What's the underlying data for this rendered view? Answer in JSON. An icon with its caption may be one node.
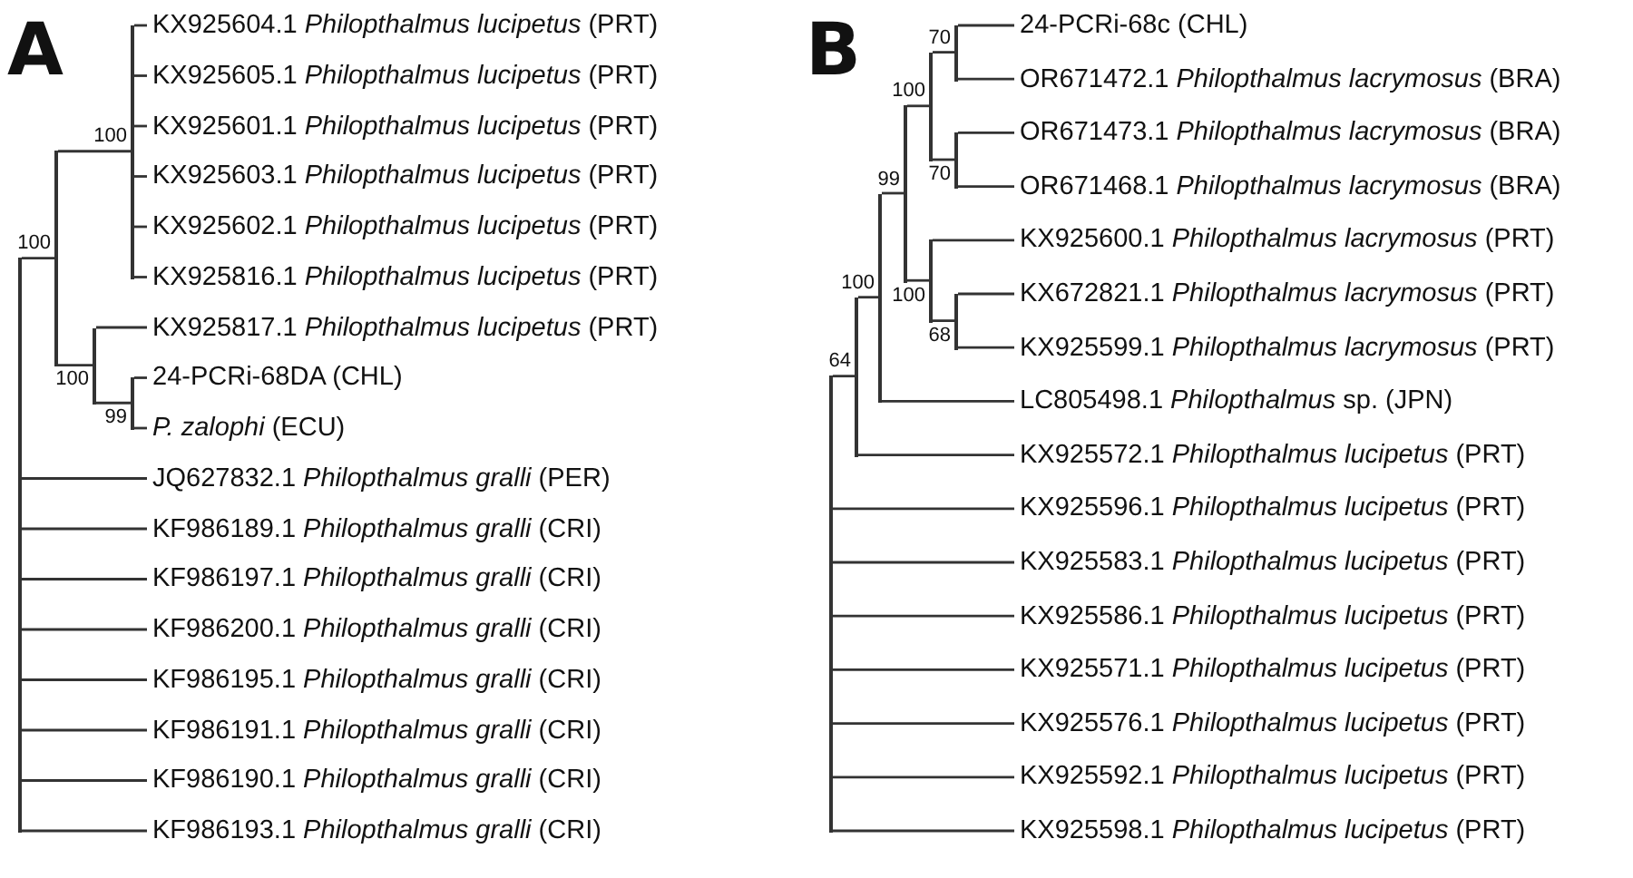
{
  "diagram": {
    "nodes": [
      {
        "text": [],
        "shape": "point"
      },
      {
        "text": [],
        "shape": "point",
        "beside": [
          "100"
        ]
      },
      {
        "text": [],
        "shape": "point",
        "beside": [
          "100"
        ]
      },
      {
        "text": [
          "KX925604.1 *Philopthalmus lucipetus* (PRT)"
        ]
      },
      {
        "text": [
          "KX925605.1 *Philopthalmus lucipetus* (PRT)"
        ]
      },
      {
        "text": [
          "KX925601.1 *Philopthalmus lucipetus* (PRT)"
        ]
      },
      {
        "text": [
          "KX925603.1 *Philopthalmus lucipetus* (PRT)"
        ]
      },
      {
        "text": [
          "KX925602.1 *Philopthalmus lucipetus* (PRT)"
        ]
      },
      {
        "text": [
          "KX925816.1 *Philopthalmus lucipetus* (PRT)"
        ]
      },
      {
        "text": [],
        "shape": "point",
        "beside": [
          "100"
        ]
      },
      {
        "text": [
          "KX925817.1 *Philopthalmus lucipetus* (PRT)"
        ]
      },
      {
        "text": [],
        "shape": "point",
        "beside": [
          "99"
        ]
      },
      {
        "text": [
          "24-PCRi-68DA (CHL)"
        ]
      },
      {
        "text": [
          "*P. zalophi* (ECU)"
        ]
      },
      {
        "text": [
          "JQ627832.1 *Philopthalmus gralli* (PER)"
        ]
      },
      {
        "text": [
          "KF986189.1 *Philopthalmus gralli* (CRI)"
        ]
      },
      {
        "text": [
          "KF986197.1 *Philopthalmus gralli* (CRI)"
        ]
      },
      {
        "text": [
          "KF986200.1 *Philopthalmus gralli* (CRI)"
        ]
      },
      {
        "text": [
          "KF986195.1 *Philopthalmus gralli* (CRI)"
        ]
      },
      {
        "text": [
          "KF986191.1 *Philopthalmus gralli* (CRI)"
        ]
      },
      {
        "text": [
          "KF986190.1 *Philopthalmus gralli* (CRI)"
        ]
      },
      {
        "text": [
          "KF986193.1 *Philopthalmus gralli* (CRI)"
        ]
      },
      {
        "text": [],
        "shape": "point"
      },
      {
        "text": [],
        "shape": "point",
        "beside": [
          "64"
        ]
      },
      {
        "text": [],
        "shape": "point",
        "beside": [
          "100"
        ]
      },
      {
        "text": [],
        "shape": "point",
        "beside": [
          "99"
        ]
      },
      {
        "text": [],
        "shape": "point",
        "beside": [
          "100"
        ]
      },
      {
        "text": [],
        "shape": "point",
        "beside": [
          "70"
        ]
      },
      {
        "text": [
          "24-PCRi-68c (CHL)"
        ]
      },
      {
        "text": [
          "OR671472.1 *Philopthalmus lacrymosus* (BRA)"
        ]
      },
      {
        "text": [],
        "shape": "point",
        "beside": [
          "70"
        ]
      },
      {
        "text": [
          "OR671473.1 *Philopthalmus lacrymosus* (BRA)"
        ]
      },
      {
        "text": [
          "OR671468.1 *Philopthalmus lacrymosus* (BRA)"
        ]
      },
      {
        "text": [],
        "shape": "point",
        "beside": [
          "100"
        ]
      },
      {
        "text": [
          "KX925600.1 *Philopthalmus lacrymosus* (PRT)"
        ]
      },
      {
        "text": [],
        "shape": "point",
        "beside": [
          "68"
        ]
      },
      {
        "text": [
          "KX672821.1 *Philopthalmus lacrymosus* (PRT)"
        ]
      },
      {
        "text": [
          "KX925599.1 *Philopthalmus lacrymosus* (PRT)"
        ]
      },
      {
        "text": [
          "LC805498.1 *Philopthalmus* sp. (JPN)"
        ]
      },
      {
        "text": [
          "KX925572.1 *Philopthalmus lucipetus* (PRT)"
        ]
      },
      {
        "text": [
          "KX925596.1 *Philopthalmus lucipetus* (PRT)"
        ]
      },
      {
        "text": [
          "KX925583.1 *Philopthalmus lucipetus* (PRT)"
        ]
      },
      {
        "text": [
          "KX925586.1 *Philopthalmus lucipetus* (PRT)"
        ]
      },
      {
        "text": [
          "KX925571.1 *Philopthalmus lucipetus* (PRT)"
        ]
      },
      {
        "text": [
          "KX925576.1 *Philopthalmus lucipetus* (PRT)"
        ]
      },
      {
        "text": [
          "KX925592.1 *Philopthalmus lucipetus* (PRT)"
        ]
      },
      {
        "text": [
          "KX925598.1 *Philopthalmus lucipetus* (PRT)"
        ]
      }
    ],
    "edges": [
      {
        "from": 0,
        "to": 1,
        "arrow": "none"
      },
      {
        "from": 1,
        "to": 2,
        "arrow": "none"
      },
      {
        "from": 2,
        "to": 3,
        "arrow": "none"
      },
      {
        "from": 2,
        "to": 4,
        "arrow": "none"
      },
      {
        "from": 2,
        "to": 5,
        "arrow": "none"
      },
      {
        "from": 2,
        "to": 6,
        "arrow": "none"
      },
      {
        "from": 2,
        "to": 7,
        "arrow": "none"
      },
      {
        "from": 2,
        "to": 8,
        "arrow": "none"
      },
      {
        "from": 1,
        "to": 9,
        "arrow": "none"
      },
      {
        "from": 9,
        "to": 10,
        "arrow": "none"
      },
      {
        "from": 9,
        "to": 11,
        "arrow": "none"
      },
      {
        "from": 11,
        "to": 12,
        "arrow": "none"
      },
      {
        "from": 11,
        "to": 13,
        "arrow": "none"
      },
      {
        "from": 0,
        "to": 14,
        "arrow": "none"
      },
      {
        "from": 0,
        "to": 15,
        "arrow": "none"
      },
      {
        "from": 0,
        "to": 16,
        "arrow": "none"
      },
      {
        "from": 0,
        "to": 17,
        "arrow": "none"
      },
      {
        "from": 0,
        "to": 18,
        "arrow": "none"
      },
      {
        "from": 0,
        "to": 19,
        "arrow": "none"
      },
      {
        "from": 0,
        "to": 20,
        "arrow": "none"
      },
      {
        "from": 0,
        "to": 21,
        "arrow": "none"
      },
      {
        "from": 22,
        "to": 23,
        "arrow": "none"
      },
      {
        "from": 23,
        "to": 24,
        "arrow": "none"
      },
      {
        "from": 24,
        "to": 25,
        "arrow": "none"
      },
      {
        "from": 25,
        "to": 26,
        "arrow": "none"
      },
      {
        "from": 26,
        "to": 27,
        "arrow": "none"
      },
      {
        "from": 27,
        "to": 28,
        "arrow": "none"
      },
      {
        "from": 27,
        "to": 29,
        "arrow": "none"
      },
      {
        "from": 26,
        "to": 30,
        "arrow": "none"
      },
      {
        "from": 30,
        "to": 31,
        "arrow": "none"
      },
      {
        "from": 30,
        "to": 32,
        "arrow": "none"
      },
      {
        "from": 25,
        "to": 33,
        "arrow": "none"
      },
      {
        "from": 33,
        "to": 34,
        "arrow": "none"
      },
      {
        "from": 33,
        "to": 35,
        "arrow": "none"
      },
      {
        "from": 35,
        "to": 36,
        "arrow": "none"
      },
      {
        "from": 35,
        "to": 37,
        "arrow": "none"
      },
      {
        "from": 24,
        "to": 38,
        "arrow": "none"
      },
      {
        "from": 23,
        "to": 39,
        "arrow": "none"
      },
      {
        "from": 22,
        "to": 40,
        "arrow": "none"
      },
      {
        "from": 22,
        "to": 41,
        "arrow": "none"
      },
      {
        "from": 22,
        "to": 42,
        "arrow": "none"
      },
      {
        "from": 22,
        "to": 43,
        "arrow": "none"
      },
      {
        "from": 22,
        "to": 44,
        "arrow": "none"
      },
      {
        "from": 22,
        "to": 45,
        "arrow": "none"
      },
      {
        "from": 22,
        "to": 46,
        "arrow": "none"
      }
    ],
    "labels": [
      "A",
      "B"
    ]
  }
}
